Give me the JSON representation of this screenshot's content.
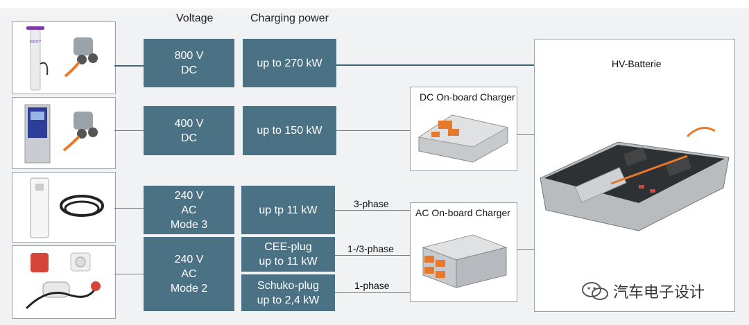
{
  "headers": {
    "voltage": "Voltage",
    "power": "Charging power"
  },
  "rows": [
    {
      "voltage": "800 V\nDC",
      "power": "up to 270 kW"
    },
    {
      "voltage": "400 V\nDC",
      "power": "up to 150 kW"
    },
    {
      "voltage": "240 V\nAC\nMode 3",
      "power": "up tp 11 kW",
      "phase": "3-phase"
    },
    {
      "voltage": "240 V\nAC\nMode 2",
      "power": "CEE-plug\nup to 11 kW",
      "phase": "1-/3-phase"
    },
    {
      "voltage": "",
      "power": "Schuko-plug\nup to 2,4 kW",
      "phase": "1-phase"
    }
  ],
  "components": {
    "dc_charger": "DC On-board Charger",
    "ac_charger": "AC On-board Charger",
    "battery": "HV-Batterie"
  },
  "station_logo": "IONITY",
  "watermark": "汽车电子设计",
  "colors": {
    "box": "#4b7184",
    "line": "#3f6578",
    "orange": "#e8782b"
  }
}
